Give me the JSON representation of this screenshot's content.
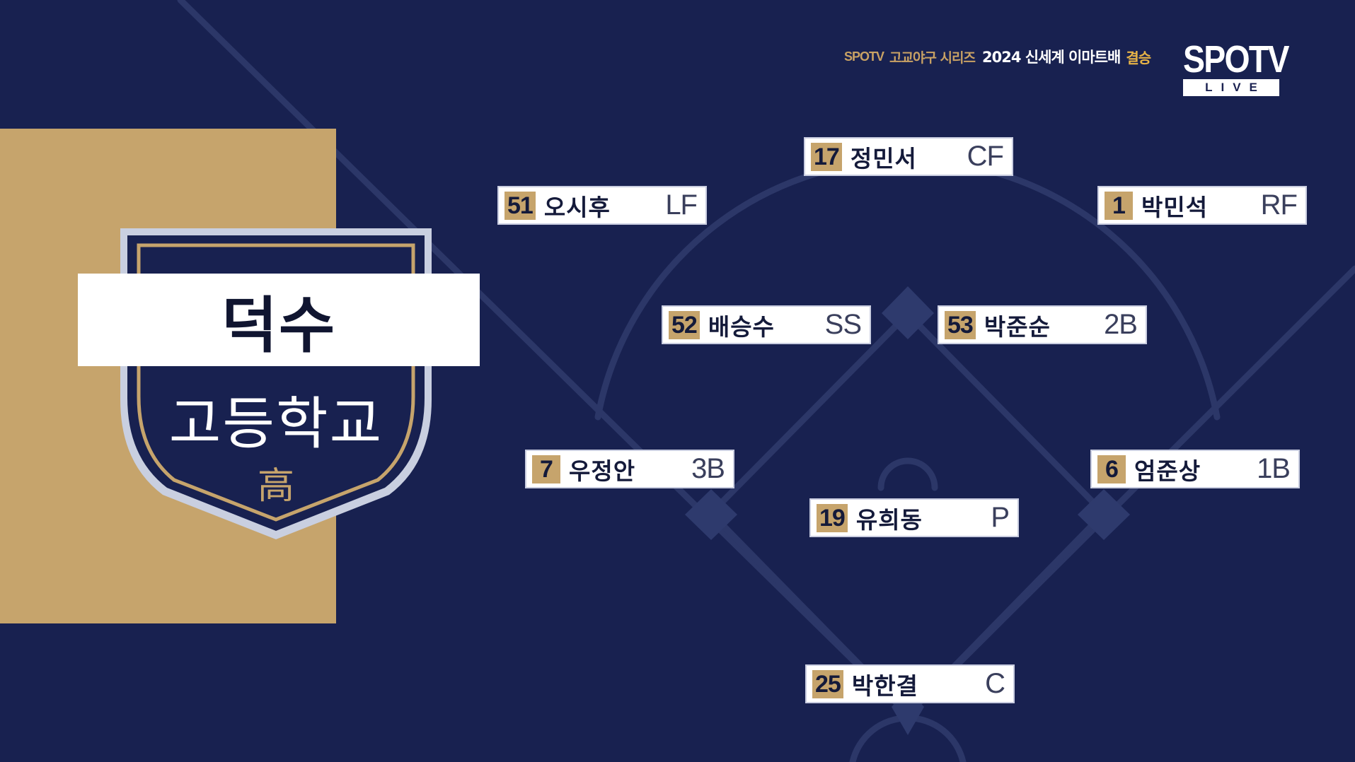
{
  "broadcast": {
    "channel": "SPOTV",
    "series": "고교야구 시리즈",
    "title": "2024 신세계 이마트배",
    "stage": "결승",
    "logo_main": "SPOTV",
    "logo_live": "LIVE"
  },
  "team": {
    "name": "덕수",
    "subtitle": "고등학교",
    "hanja": "高",
    "colors": {
      "navy": "#182150",
      "gold": "#c6a46c",
      "white": "#ffffff"
    }
  },
  "lineup": [
    {
      "number": "17",
      "name": "정민서",
      "position": "CF"
    },
    {
      "number": "51",
      "name": "오시후",
      "position": "LF"
    },
    {
      "number": "1",
      "name": "박민석",
      "position": "RF"
    },
    {
      "number": "52",
      "name": "배승수",
      "position": "SS"
    },
    {
      "number": "53",
      "name": "박준순",
      "position": "2B"
    },
    {
      "number": "7",
      "name": "우정안",
      "position": "3B"
    },
    {
      "number": "6",
      "name": "엄준상",
      "position": "1B"
    },
    {
      "number": "19",
      "name": "유희동",
      "position": "P"
    },
    {
      "number": "25",
      "name": "박한결",
      "position": "C"
    }
  ]
}
